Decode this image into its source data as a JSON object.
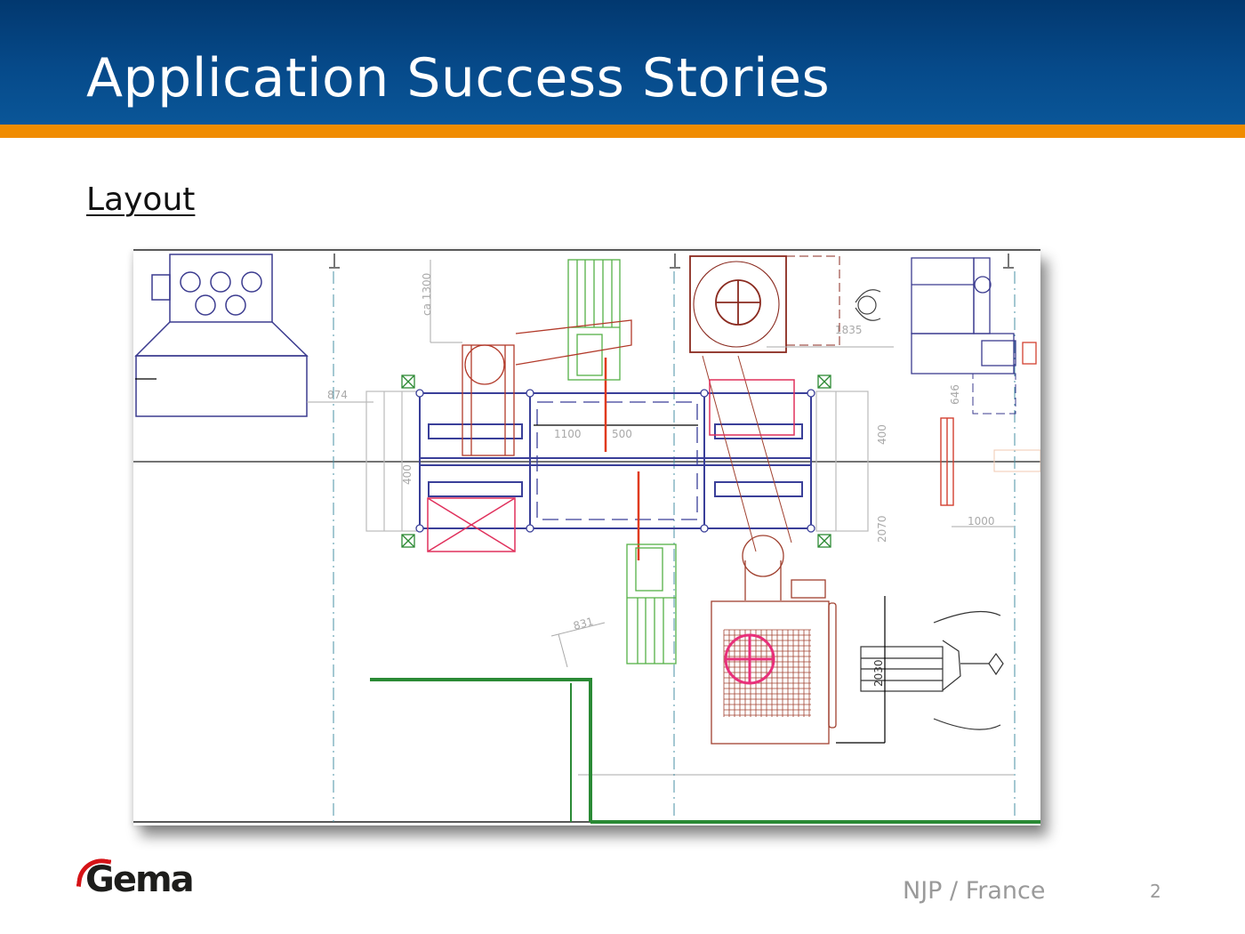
{
  "slide": {
    "title": "Application Success Stories",
    "section_heading": "Layout",
    "footer_text": "NJP / France",
    "page_number": "2"
  },
  "logo": {
    "brand": "Gema",
    "colors": {
      "text": "#1d1d1b",
      "arc": "#d51317"
    }
  },
  "theme": {
    "header_color": "#064a8a",
    "accent_color": "#f08c00"
  },
  "drawing": {
    "description": "Powder coating booth plant layout (CAD plan view)",
    "dimensions": {
      "d874": "874",
      "d1300": "ca 1300",
      "d400_left": "400",
      "d1100": "1100",
      "d500": "500",
      "d1835": "1835",
      "d646": "646",
      "d400_right": "400",
      "d2070": "2070",
      "d1000": "1000",
      "d831": "831",
      "d2030": "2030"
    }
  }
}
